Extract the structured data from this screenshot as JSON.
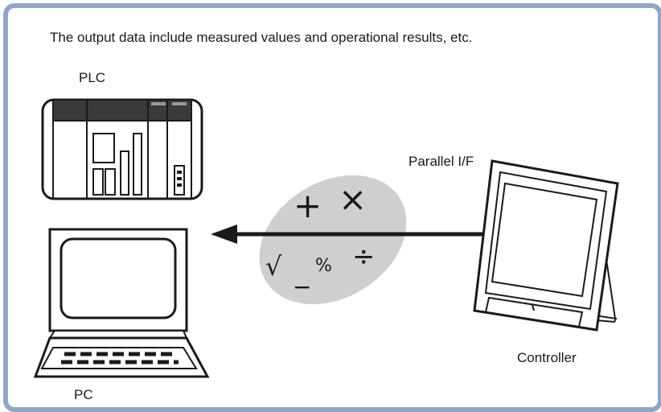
{
  "caption": "The output data include measured values and operational results, etc.",
  "labels": {
    "plc": "PLC",
    "pc": "PC",
    "interface": "Parallel I/F",
    "controller": "Controller"
  },
  "operators": {
    "plus": "+",
    "times": "×",
    "root": "√",
    "percent": "%",
    "divide": "÷",
    "minus": "−"
  },
  "colors": {
    "frame": "#8fa6c8",
    "operation_bubble": "#cfcfcf",
    "plc_top_bar": "#3a3a3a",
    "line": "#1a1a1a"
  }
}
